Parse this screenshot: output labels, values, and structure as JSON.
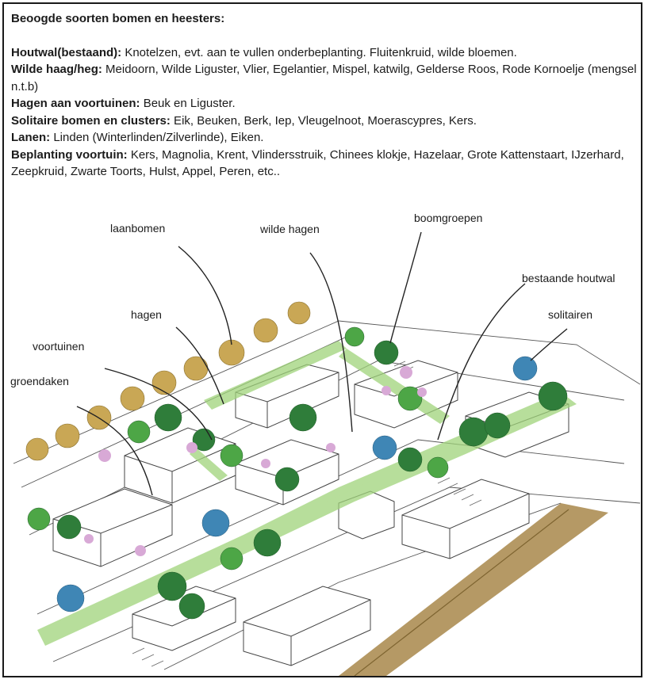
{
  "heading": "Beoogde soorten bomen en heesters:",
  "species": [
    {
      "term": "Houtwal(bestaand):",
      "text": " Knotelzen, evt. aan te vullen onderbeplanting. Fluitenkruid, wilde bloemen."
    },
    {
      "term": "Wilde haag/heg:",
      "text": " Meidoorn, Wilde Liguster, Vlier, Egelantier, Mispel, katwilg, Gelderse Roos, Rode Kornoelje (mengsel n.t.b)"
    },
    {
      "term": "Hagen aan voortuinen:",
      "text": " Beuk en Liguster."
    },
    {
      "term": "Solitaire bomen en clusters:",
      "text": " Eik, Beuken, Berk, Iep, Vleugelnoot, Moerascypres, Kers."
    },
    {
      "term": "Lanen:",
      "text": " Linden (Winterlinden/Zilverlinde), Eiken."
    },
    {
      "term": "Beplanting voortuin:",
      "text": " Kers, Magnolia, Krent, Vlindersstruik, Chinees klokje, Hazelaar, Grote Kattenstaart, IJzerhard, Zeepkruid, Zwarte Toorts, Hulst, Appel, Peren, etc.."
    }
  ],
  "labels": {
    "laanbomen": "laanbomen",
    "wilde_hagen": "wilde hagen",
    "boomgroepen": "boomgroepen",
    "bestaande_houtwal": "bestaande houtwal",
    "hagen": "hagen",
    "solitairen": "solitairen",
    "voortuinen": "voortuinen",
    "groendaken": "groendaken"
  },
  "colors": {
    "laan_tree": "#c9a755",
    "green_dark": "#2f7d3a",
    "green_mid": "#4da646",
    "green_light": "#9fd37a",
    "blue_tree": "#3f86b5",
    "pink_shrub": "#d8a9d6",
    "houtwal": "#a8874a"
  }
}
